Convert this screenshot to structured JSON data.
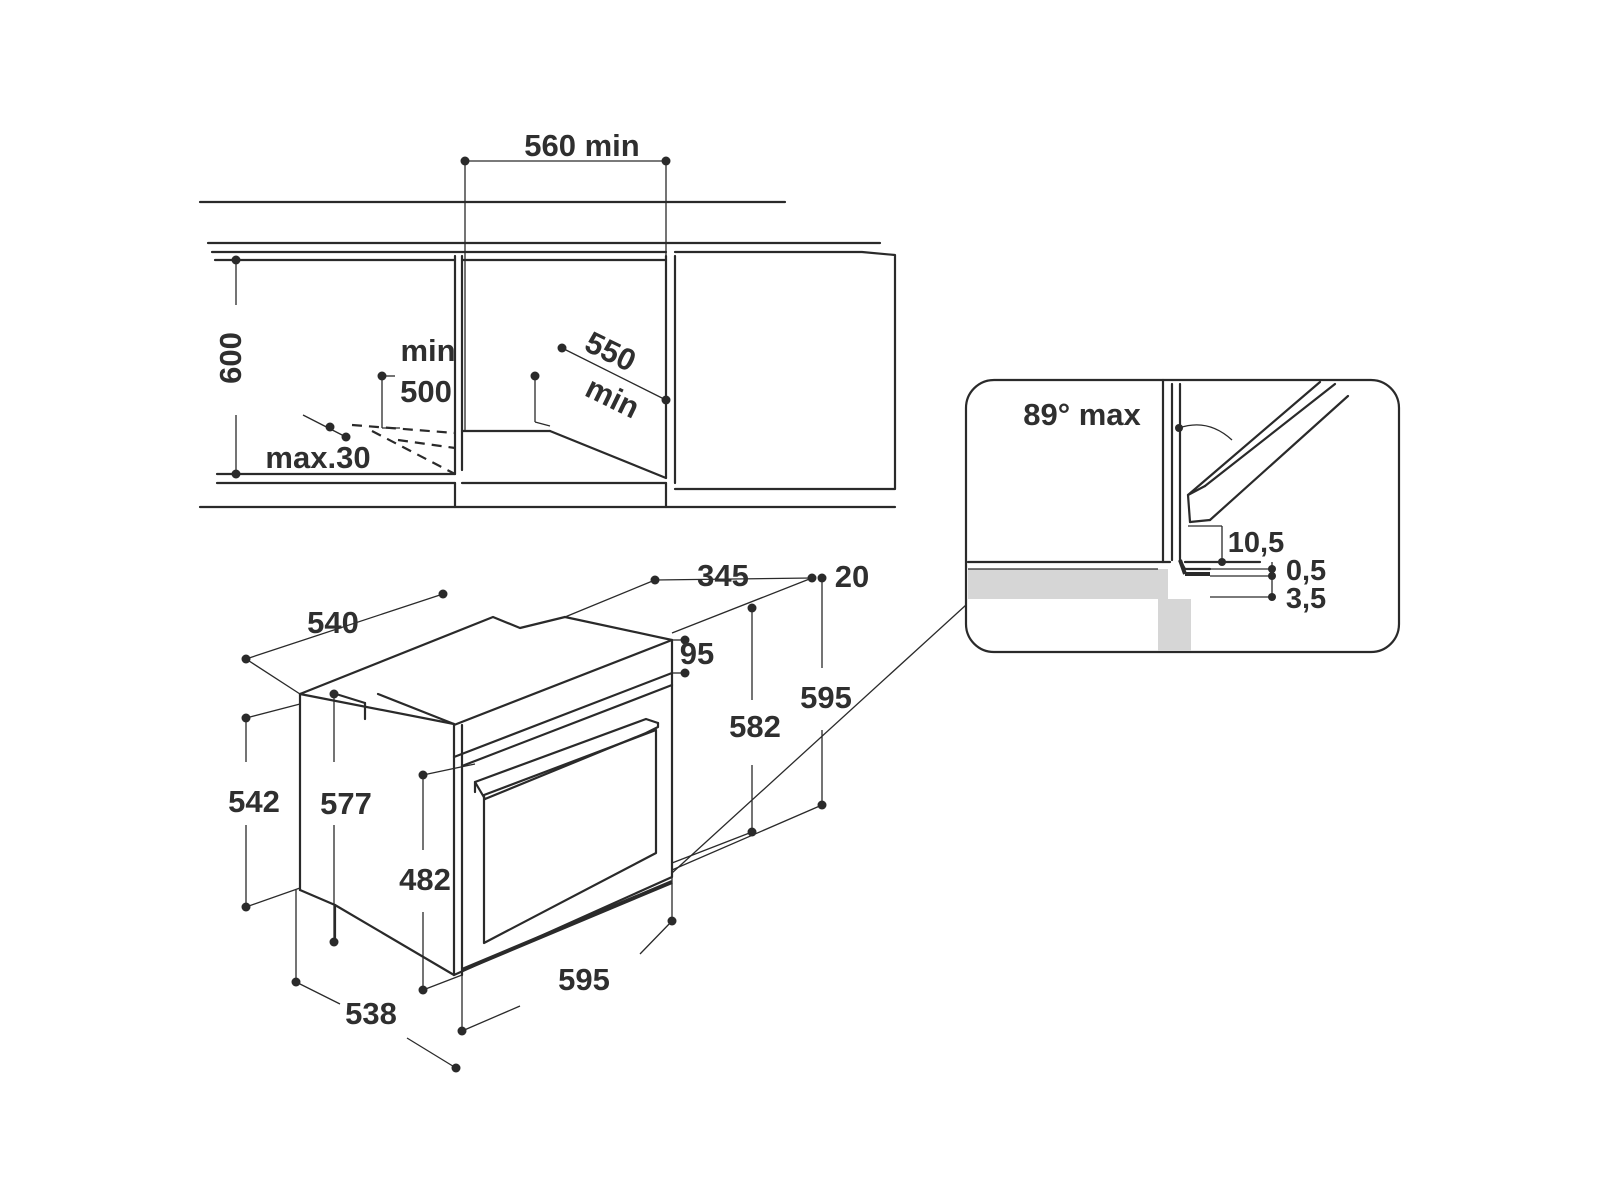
{
  "cabinet": {
    "width_min": "560 min",
    "height": "600",
    "depth_min_a": "min",
    "depth_min_b": "500",
    "depth_550_a": "550",
    "depth_550_b": "min",
    "gap_max": "max.30"
  },
  "oven": {
    "depth_total": "540",
    "d345": "345",
    "d20": "20",
    "d95": "95",
    "h595_right": "595",
    "h582": "582",
    "h542": "542",
    "h577": "577",
    "h482": "482",
    "w595": "595",
    "d538": "538"
  },
  "detail": {
    "angle": "89° max",
    "d10_5": "10,5",
    "d0_5": "0,5",
    "d3_5": "3,5"
  }
}
